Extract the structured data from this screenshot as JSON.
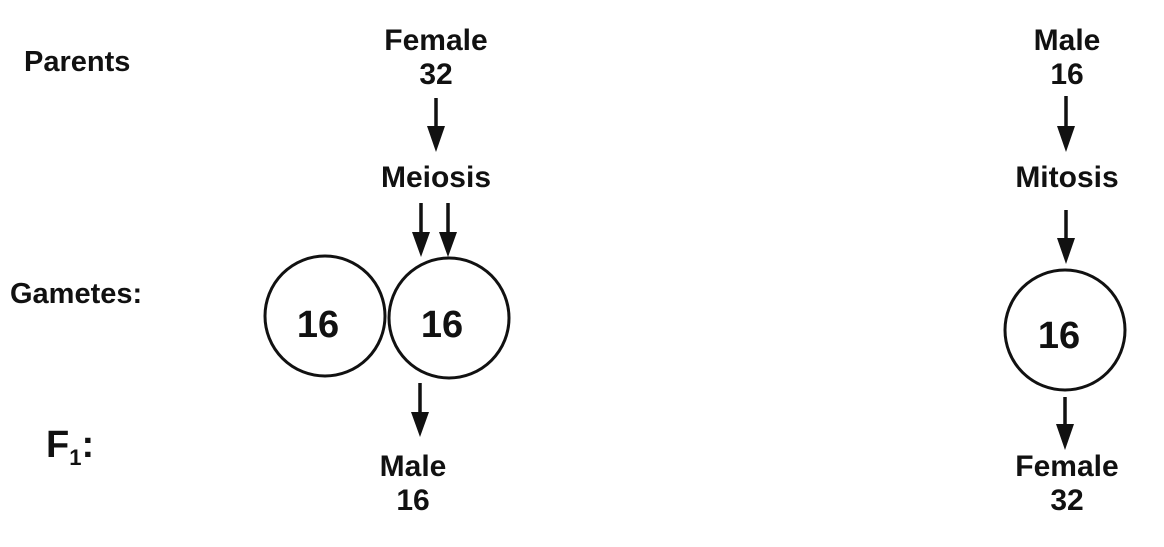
{
  "rows": {
    "parents": "Parents",
    "gametes": "Gametes:",
    "f1_letter": "F",
    "f1_sub": "1",
    "f1_colon": ":"
  },
  "left": {
    "parent_sex": "Female",
    "parent_count": "32",
    "process": "Meiosis",
    "gamete_a": "16",
    "gamete_b": "16",
    "offspring_sex": "Male",
    "offspring_count": "16"
  },
  "right": {
    "parent_sex": "Male",
    "parent_count": "16",
    "process": "Mitosis",
    "gamete": "16",
    "offspring_sex": "Female",
    "offspring_count": "32"
  }
}
